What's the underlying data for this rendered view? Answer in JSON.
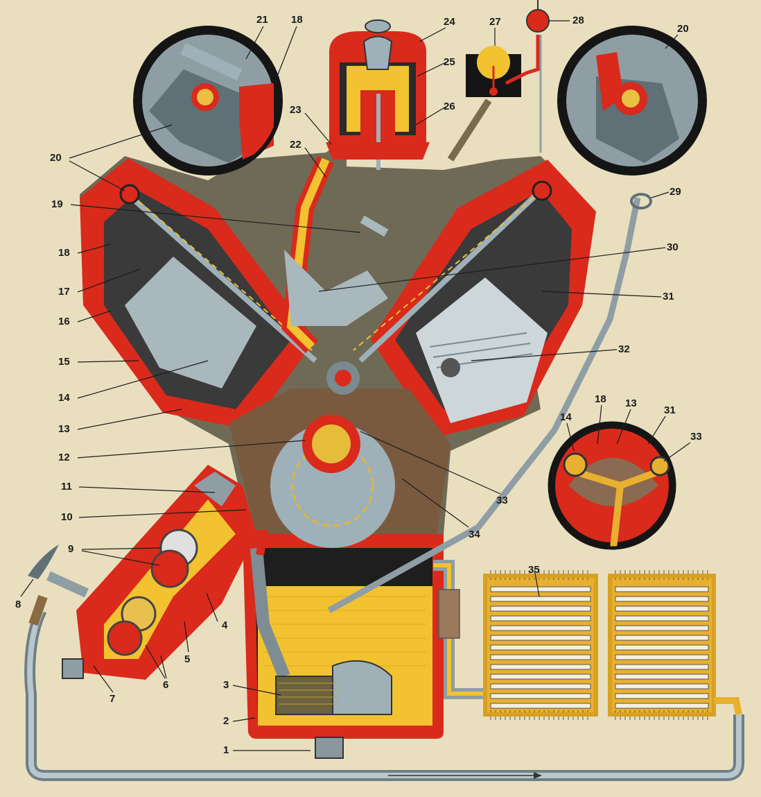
{
  "colors": {
    "paper": "#e9dfbf",
    "engine_body": "#d92a1c",
    "oil": "#f2c230",
    "steel": "#9eb0b8",
    "dark_steel": "#5f7077",
    "casting": "#6f6a55",
    "brown": "#7a5a3f",
    "black": "#151515"
  },
  "callouts": [
    {
      "id": "c1",
      "label": "1"
    },
    {
      "id": "c2",
      "label": "2"
    },
    {
      "id": "c3",
      "label": "3"
    },
    {
      "id": "c4",
      "label": "4"
    },
    {
      "id": "c5",
      "label": "5"
    },
    {
      "id": "c6",
      "label": "6"
    },
    {
      "id": "c7",
      "label": "7"
    },
    {
      "id": "c8",
      "label": "8"
    },
    {
      "id": "c9",
      "label": "9"
    },
    {
      "id": "c10",
      "label": "10"
    },
    {
      "id": "c11",
      "label": "11"
    },
    {
      "id": "c12",
      "label": "12"
    },
    {
      "id": "c13",
      "label": "13"
    },
    {
      "id": "c14",
      "label": "14"
    },
    {
      "id": "c15",
      "label": "15"
    },
    {
      "id": "c16",
      "label": "16"
    },
    {
      "id": "c17",
      "label": "17"
    },
    {
      "id": "c18",
      "label": "18"
    },
    {
      "id": "c19",
      "label": "19"
    },
    {
      "id": "c20",
      "label": "20"
    },
    {
      "id": "c21",
      "label": "21"
    },
    {
      "id": "c18b",
      "label": "18"
    },
    {
      "id": "c22",
      "label": "22"
    },
    {
      "id": "c23",
      "label": "23"
    },
    {
      "id": "c24",
      "label": "24"
    },
    {
      "id": "c25",
      "label": "25"
    },
    {
      "id": "c26",
      "label": "26"
    },
    {
      "id": "c27",
      "label": "27"
    },
    {
      "id": "c28",
      "label": "28"
    },
    {
      "id": "c20b",
      "label": "20"
    },
    {
      "id": "c29",
      "label": "29"
    },
    {
      "id": "c30",
      "label": "30"
    },
    {
      "id": "c31",
      "label": "31"
    },
    {
      "id": "c32",
      "label": "32"
    },
    {
      "id": "c33",
      "label": "33"
    },
    {
      "id": "c34",
      "label": "34"
    },
    {
      "id": "c35",
      "label": "35"
    },
    {
      "id": "i14",
      "label": "14"
    },
    {
      "id": "i18",
      "label": "18"
    },
    {
      "id": "i13",
      "label": "13"
    },
    {
      "id": "i31",
      "label": "31"
    },
    {
      "id": "i33",
      "label": "33"
    }
  ]
}
